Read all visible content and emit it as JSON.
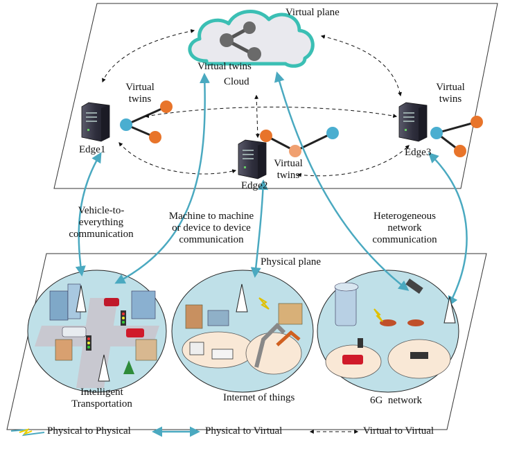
{
  "planes": {
    "virtual": "Virtual plane",
    "physical": "Physical plane"
  },
  "cloud": {
    "label": "Cloud",
    "twins_label": "Virtual twins"
  },
  "edges": {
    "edge1": "Edge1",
    "edge2": "Edge2",
    "edge3": "Edge3",
    "twins_line1": "Virtual",
    "twins_line2": "twins"
  },
  "links": {
    "v2x": [
      "Vehicle-to-",
      "everything",
      "communication"
    ],
    "m2m": [
      "Machine to machine",
      "or device to device",
      "communication"
    ],
    "hetero": [
      "Heterogeneous",
      "network",
      "communication"
    ]
  },
  "domains": {
    "transport": [
      "Intelligent",
      "Transportation"
    ],
    "iot": "Internet of things",
    "sixg": "6G  network"
  },
  "legend": {
    "p2p": "Physical to Physical",
    "p2v": "Physical to Virtual",
    "v2v": "Virtual to Virtual"
  },
  "colors": {
    "teal": "#4aa9c0",
    "cloud_stroke": "#3bbfb4",
    "node_blue": "#4aaed0",
    "node_orange": "#e8742a",
    "ellipse_fill": "#bfe0e8",
    "lightning": "#f0d000"
  }
}
